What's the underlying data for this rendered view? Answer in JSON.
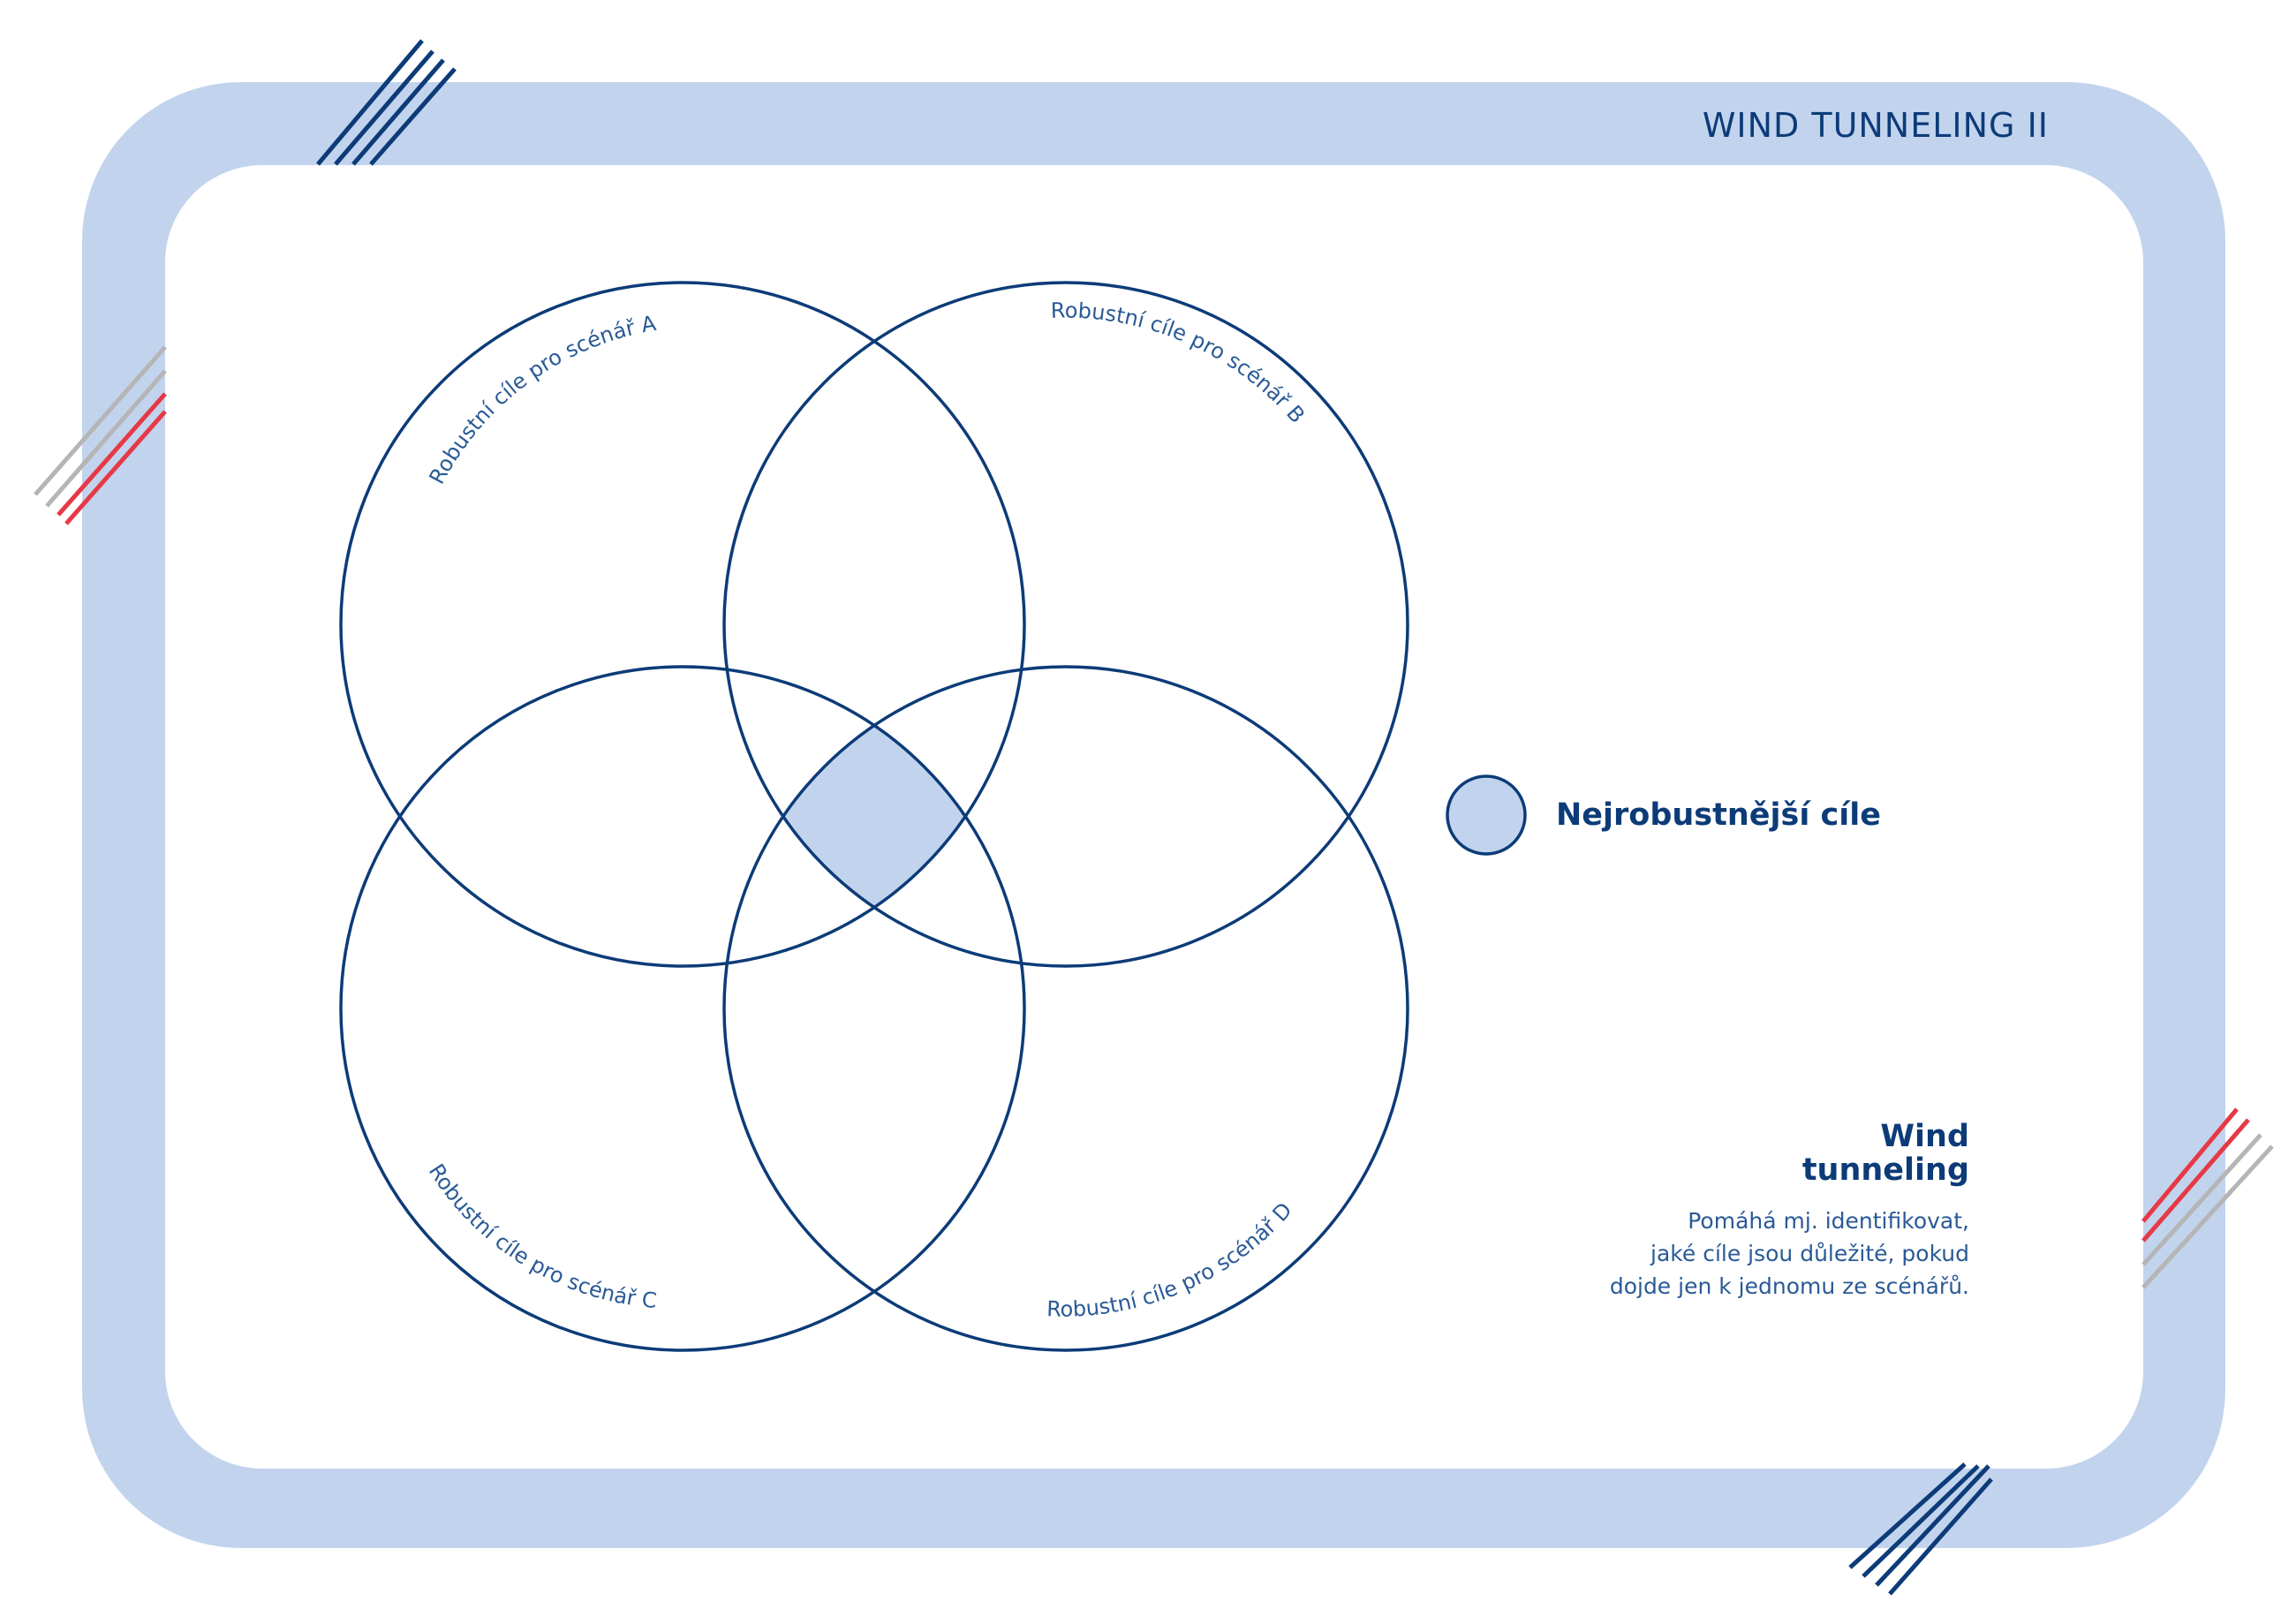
{
  "header": {
    "title": "WIND TUNNELING II"
  },
  "diagram": {
    "circles": [
      {
        "label": "Robustní cíle pro scénář A"
      },
      {
        "label": "Robustní cíle pro scénář B"
      },
      {
        "label": "Robustní cíle pro scénář C"
      },
      {
        "label": "Robustní cíle pro scénář D"
      }
    ],
    "intersection_fill": "#c2d3ee",
    "stroke_color": "#0c3b78"
  },
  "legend": {
    "label": "Nejrobustnější cíle"
  },
  "info": {
    "heading_line1": "Wind",
    "heading_line2": "tunneling",
    "description_line1": "Pomáhá mj. identifikovat,",
    "description_line2": "jaké cíle jsou důležité, pokud",
    "description_line3": "dojde jen k jednomu ze scénářů."
  },
  "colors": {
    "accent_blue": "#0c3b78",
    "frame_light_blue": "#c2d3ee",
    "accent_red": "#e63946",
    "accent_gray": "#b5b5b5"
  }
}
